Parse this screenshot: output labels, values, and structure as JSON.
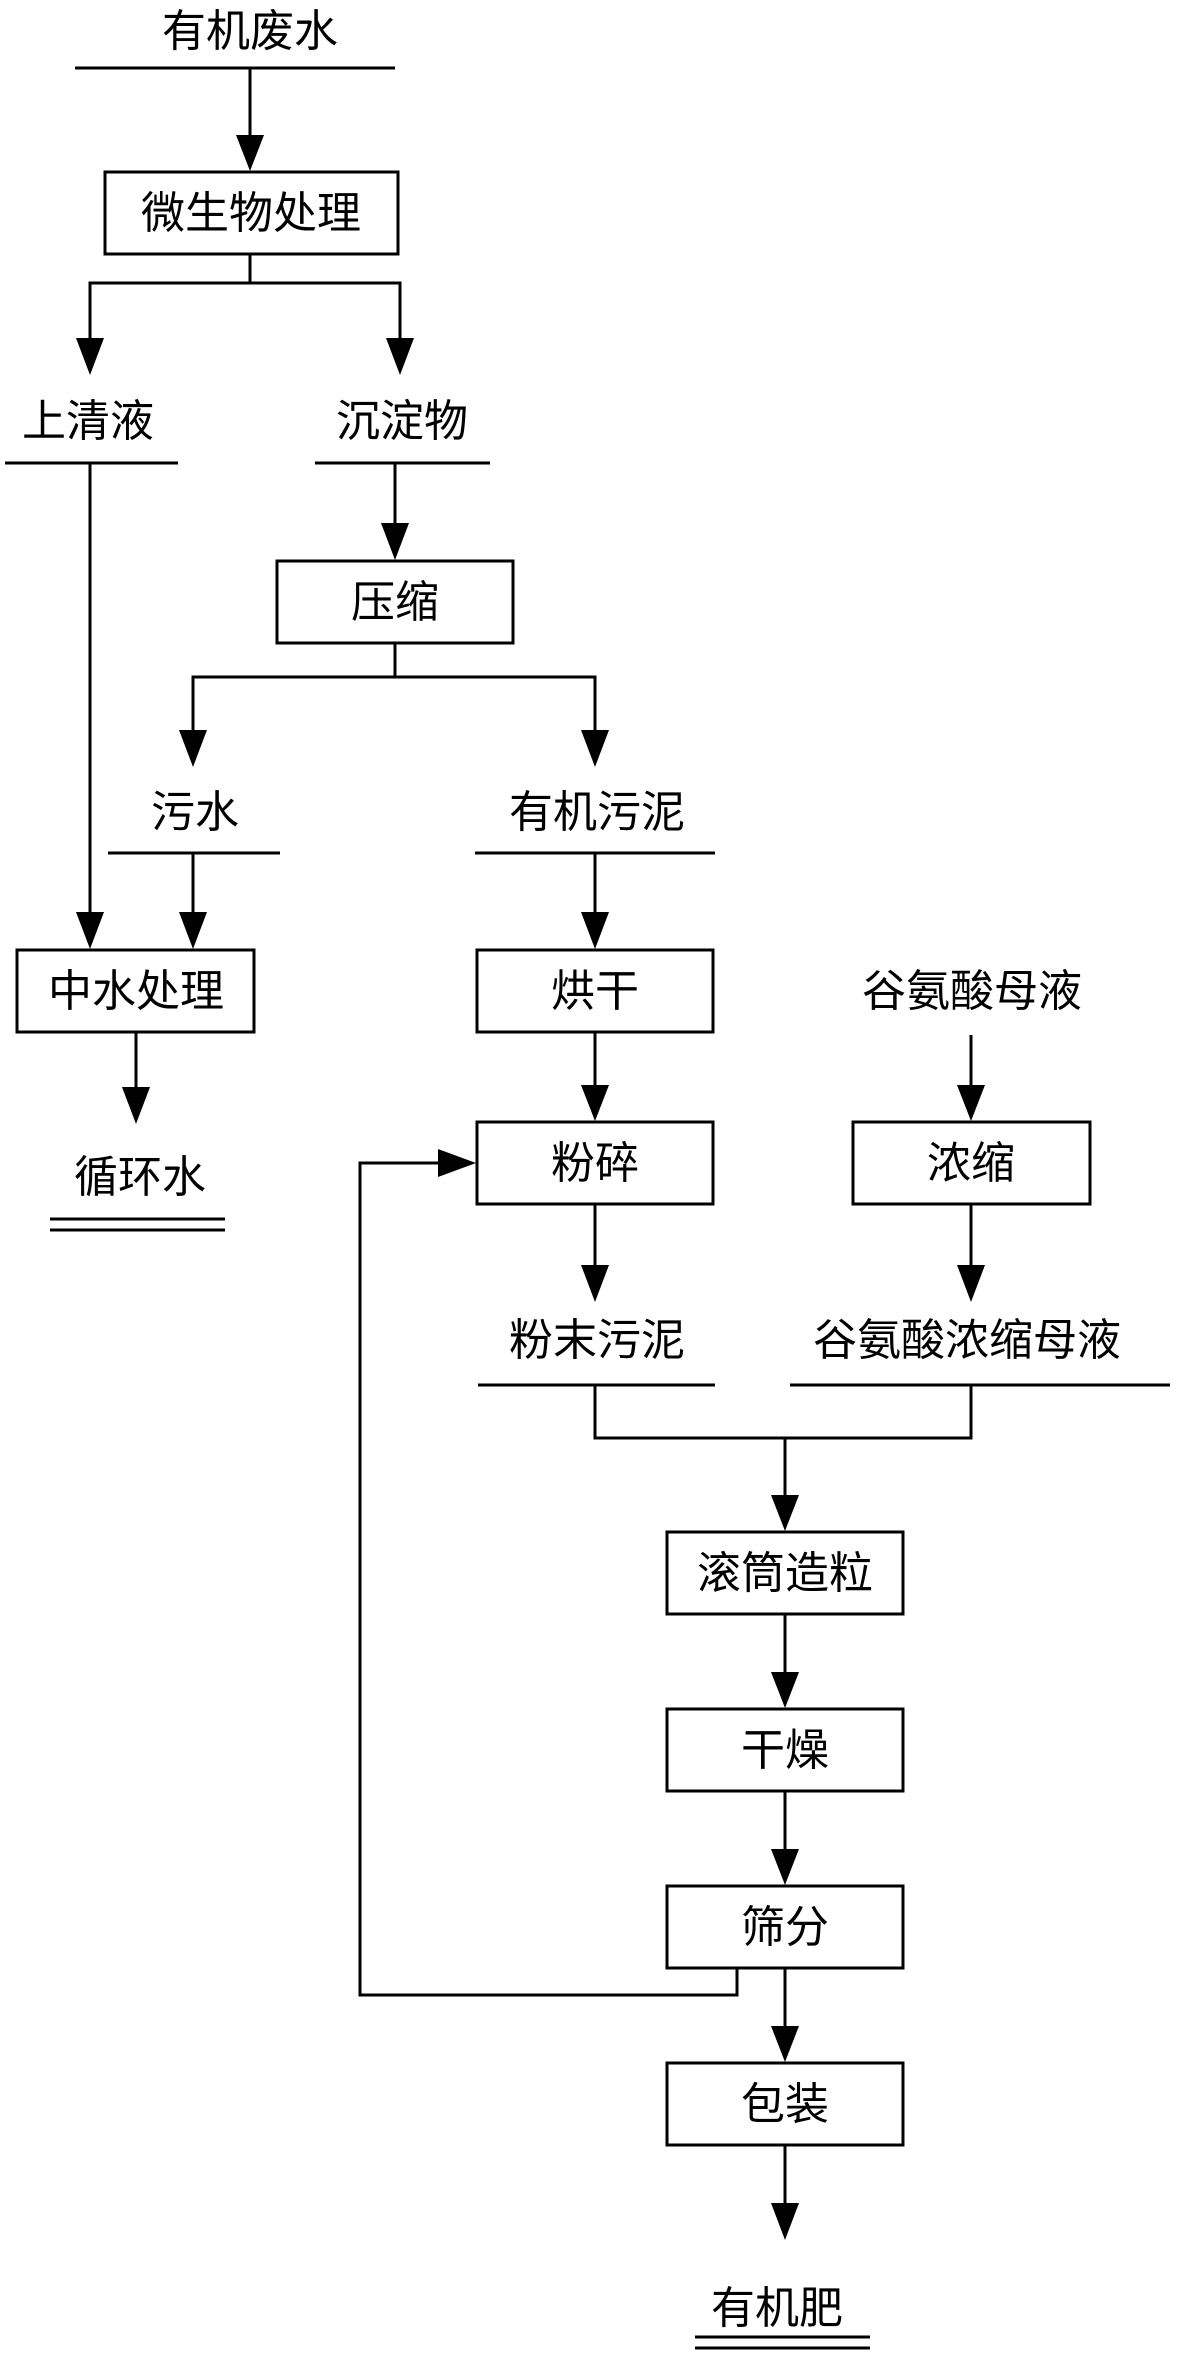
{
  "nodes": {
    "organic_wastewater": "有机废水",
    "microbial_treatment": "微生物处理",
    "supernatant": "上清液",
    "sediment": "沉淀物",
    "compression": "压缩",
    "sewage": "污水",
    "organic_sludge": "有机污泥",
    "reclaimed_water_treatment": "中水处理",
    "circulating_water": "循环水",
    "drying": "烘干",
    "crushing": "粉碎",
    "glutamic_mother_liquor": "谷氨酸母液",
    "concentration": "浓缩",
    "powdered_sludge": "粉末污泥",
    "concentrated_glutamic_mother_liquor": "谷氨酸浓缩母液",
    "drum_granulation": "滚筒造粒",
    "drying_2": "干燥",
    "screening": "筛分",
    "packaging": "包装",
    "organic_fertilizer": "有机肥"
  }
}
